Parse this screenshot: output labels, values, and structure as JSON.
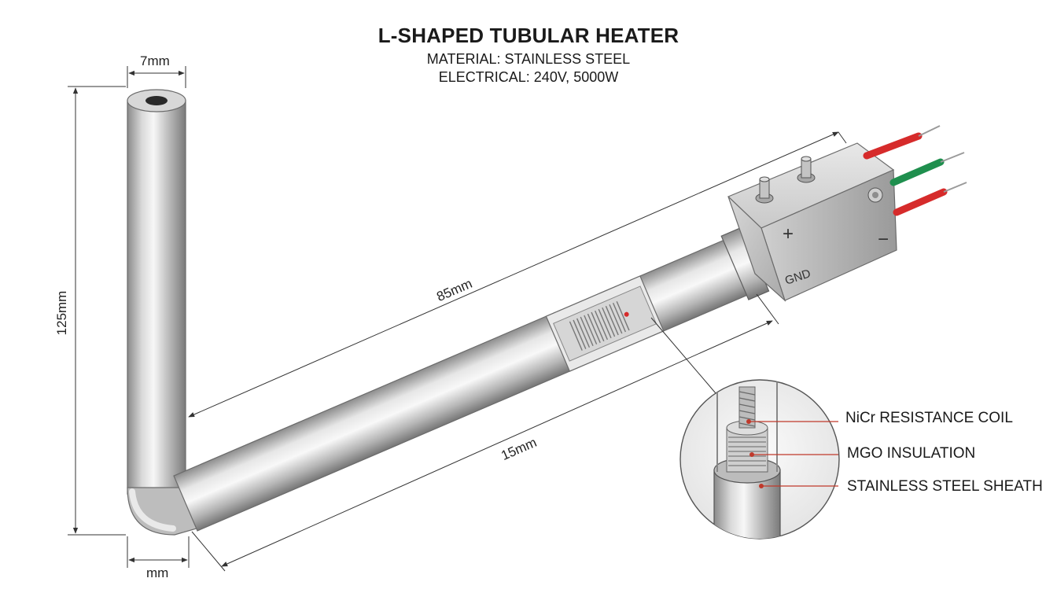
{
  "header": {
    "title": "L-SHAPED TUBULAR HEATER",
    "material": "MATERIAL: STAINLESS STEEL",
    "electrical": "ELECTRICAL: 240V, 5000W"
  },
  "dimensions": {
    "tube_diameter": "7mm",
    "vertical_height": "125mm",
    "horizontal_length_upper": "85mm",
    "horizontal_length_lower": "15mm",
    "bottom_width": "mm"
  },
  "terminal_box": {
    "plus_symbol": "+",
    "minus_symbol": "−",
    "ground_label": "GND"
  },
  "wires": [
    {
      "color": "red",
      "hex": "#d62b2b"
    },
    {
      "color": "green",
      "hex": "#1f8f4e"
    },
    {
      "color": "red",
      "hex": "#d62b2b"
    }
  ],
  "callouts": [
    {
      "label": "NiCr RESISTANCE COIL"
    },
    {
      "label": "MGO INSULATION"
    },
    {
      "label": "STAINLESS STEEL SHEATH"
    }
  ],
  "colors": {
    "steel_light": "#f2f2f2",
    "steel_mid": "#b8b8b8",
    "steel_dark": "#6f6f6f",
    "callout_line": "#c0392b",
    "dimension_line": "#333333"
  }
}
